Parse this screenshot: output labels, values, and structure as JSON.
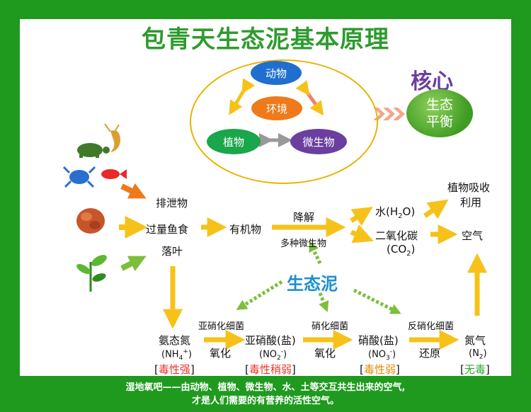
{
  "title": "包青天生态泥基本原理",
  "cycle": {
    "animals": "动物",
    "environment": "环境",
    "plants": "植物",
    "microbes": "微生物"
  },
  "core": {
    "label": "核心",
    "line1": "生态",
    "line2": "平衡"
  },
  "sources": {
    "excrement": "排泄物",
    "excess_feed": "过量鱼食",
    "fallen_leaves": "落叶"
  },
  "flow": {
    "organic": "有机物",
    "decompose": "降解",
    "microbes": "多种微生物",
    "water": "水(H",
    "water_sub": "2",
    "water_end": "O)",
    "co2": "二氧化碳",
    "co2_formula": "(CO",
    "co2_sub": "2",
    "co2_end": ")",
    "plant_absorb_1": "植物吸收",
    "plant_absorb_2": "利用",
    "air": "空气",
    "eco_mud": "生态泥"
  },
  "nitrogen": {
    "ammonia": "氨态氮",
    "ammonia_formula": "(NH",
    "ammonia_sub": "4",
    "ammonia_sup": "+",
    "ammonia_end": ")",
    "ammonia_tag": "毒性强",
    "nitrite_bacteria": "亚硝化细菌",
    "oxidize1": "氧化",
    "nitrite": "亚硝酸(盐)",
    "nitrite_formula": "(NO",
    "nitrite_sub": "2",
    "nitrite_sup": "-",
    "nitrite_end": ")",
    "nitrite_tag": "毒性稍弱",
    "nitrate_bacteria": "硝化细菌",
    "oxidize2": "氧化",
    "nitrate": "硝酸(盐)",
    "nitrate_formula": "(NO",
    "nitrate_sub": "3",
    "nitrate_sup": "-",
    "nitrate_end": ")",
    "nitrate_tag": "毒性弱",
    "denitrify_bacteria": "反硝化细菌",
    "reduce": "还原",
    "nitrogen_gas": "氮气",
    "nitrogen_formula": "(N",
    "nitrogen_sub": "2",
    "nitrogen_end": ")",
    "nitrogen_tag": "无毒"
  },
  "footer": {
    "line1": "湿地氧吧——由动物、植物、微生物、水、土等交互共生出来的空气,",
    "line2": "才是人们需要的有营养的活性空气。"
  },
  "colors": {
    "background": "#1f9a1f",
    "arrow": "#f6c21a",
    "animals": "#1f6fcf",
    "environment": "#ef7a1a",
    "plants": "#1aa64a",
    "microbes": "#6b3fa0"
  }
}
